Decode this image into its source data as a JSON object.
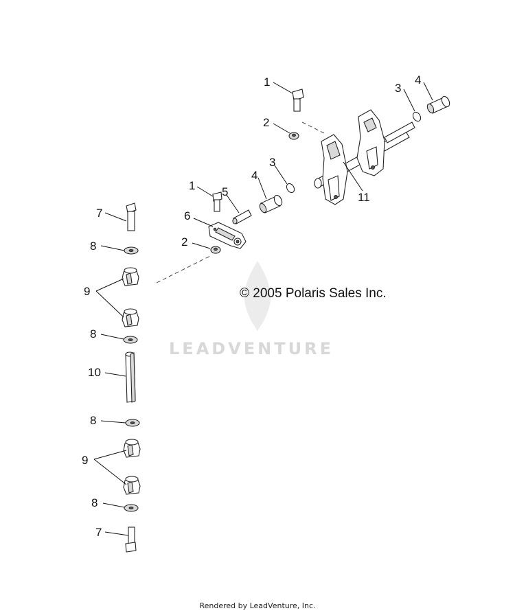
{
  "diagram": {
    "callouts": {
      "c1_top": "1",
      "c2_top": "2",
      "c3_right": "3",
      "c4_right": "4",
      "c3_mid": "3",
      "c4_mid": "4",
      "c11": "11",
      "c1_mid": "1",
      "c5": "5",
      "c6": "6",
      "c2_mid": "2",
      "c7_top": "7",
      "c8_a": "8",
      "c9_top": "9",
      "c8_b": "8",
      "c10": "10",
      "c8_c": "8",
      "c9_bottom": "9",
      "c8_d": "8",
      "c7_bottom": "7"
    },
    "copyright": "© 2005 Polaris Sales Inc.",
    "watermark": "LEADVENTURE",
    "watermark_logo_icon": "flame-diamond-logo-icon"
  },
  "footer": {
    "rendered_by": "Rendered by LeadVenture, Inc."
  }
}
